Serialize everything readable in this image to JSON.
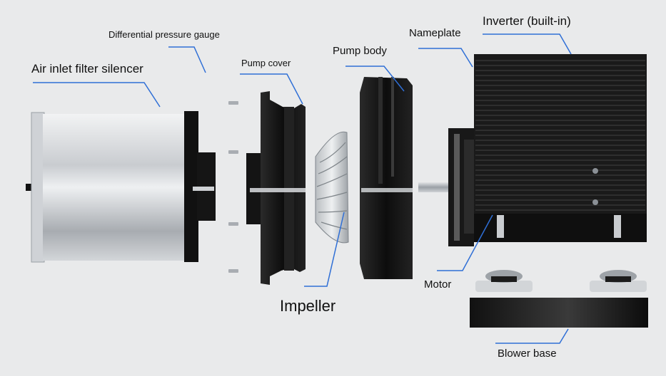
{
  "labels": {
    "differential_pressure_gauge": "Differential pressure gauge",
    "air_inlet_filter_silencer": "Air inlet filter silencer",
    "pump_cover": "Pump cover",
    "pump_body": "Pump body",
    "nameplate": "Nameplate",
    "inverter": "Inverter (built-in)",
    "impeller": "Impeller",
    "motor": "Motor",
    "blower_base": "Blower base"
  },
  "colors": {
    "leader_line": "#2f6fd6",
    "background": "#e9eaeb",
    "metal_dark": "#141414",
    "metal_light": "#d8dadd"
  }
}
